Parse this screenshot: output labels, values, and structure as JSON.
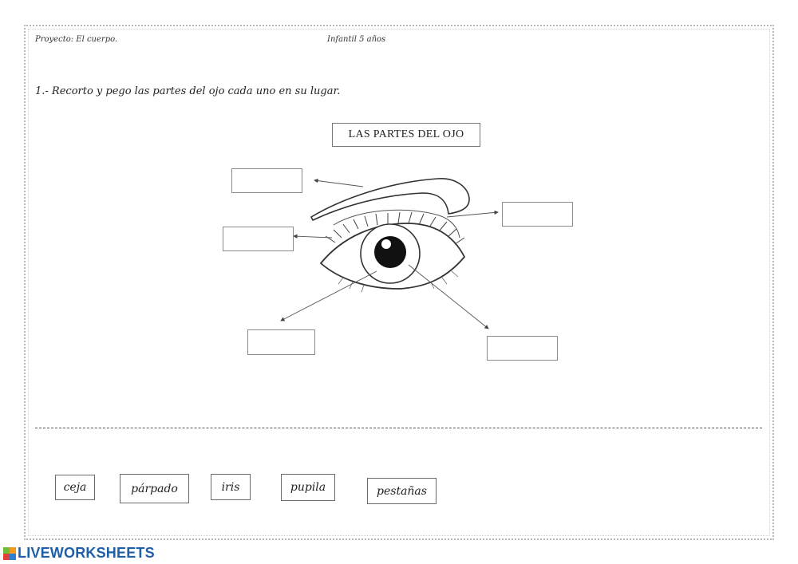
{
  "header": {
    "project": "Proyecto: El cuerpo.",
    "level": "Infantil 5 años"
  },
  "instruction": "1.- Recorto y pego  las partes del ojo cada uno en su lugar.",
  "diagram": {
    "title": "LAS PARTES DEL OJO"
  },
  "cards": [
    {
      "label": "ceja"
    },
    {
      "label": "párpado"
    },
    {
      "label": "iris"
    },
    {
      "label": "pupila"
    },
    {
      "label": "pestañas"
    }
  ],
  "footer": {
    "brand": "LIVEWORKSHEETS",
    "colors": {
      "brand_blue": "#1f5fa8",
      "mark_green": "#6dbf3b",
      "mark_orange": "#f29a1f",
      "mark_red": "#e2413b",
      "mark_blue": "#2f7fd1"
    },
    "logo_icon": "liveworksheets-logo-icon"
  }
}
